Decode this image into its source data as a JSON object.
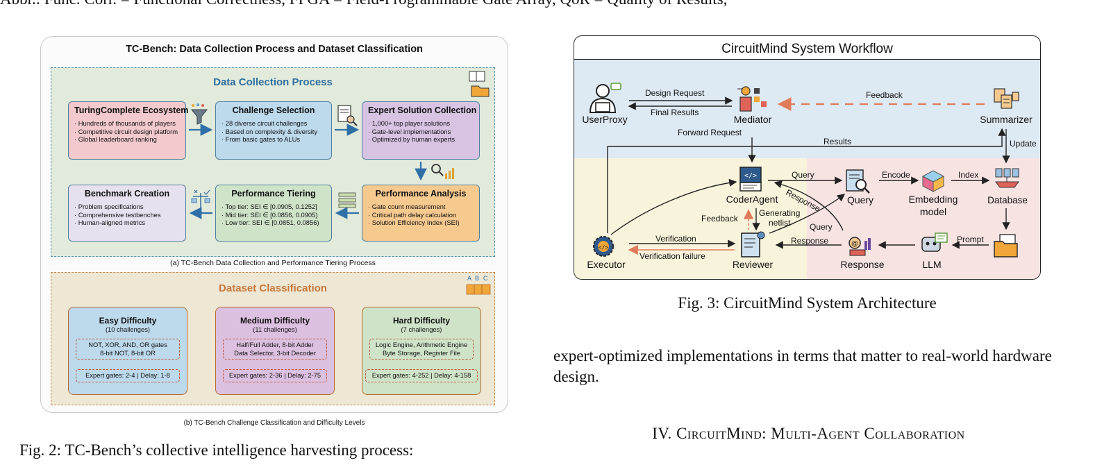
{
  "top_line": "Abbr.: Func. Corr. = Functional Correctness, FPGA = Field-Programmable Gate Array, QoR = Quality of Results,",
  "fig2": {
    "title": "TC-Bench: Data Collection Process and Dataset Classification",
    "data_collection": {
      "title": "Data Collection Process",
      "caption": "(a) TC-Bench Data Collection and Performance Tiering Process",
      "boxes": [
        {
          "title": "TuringComplete Ecosystem",
          "lines": [
            "· Hundreds of thousands of players",
            "· Competitive circuit design platform",
            "· Global leaderboard ranking"
          ],
          "color": "#f2c9cc"
        },
        {
          "title": "Challenge Selection",
          "lines": [
            "· 28 diverse circuit challenges",
            "· Based on complexity & diversity",
            "· From basic gates to ALUs"
          ],
          "color": "#bdd9ec"
        },
        {
          "title": "Expert Solution Collection",
          "lines": [
            "· 1,000+ top player solutions",
            "· Gate-level implementations",
            "· Optimized by human experts"
          ],
          "color": "#d9c3e3"
        },
        {
          "title": "Benchmark Creation",
          "lines": [
            "· Problem specifications",
            "· Comprehensive testbenches",
            "· Human-aligned metrics"
          ],
          "color": "#e6e0ef"
        },
        {
          "title": "Performance Tiering",
          "lines": [
            "· Top tier: SEI ∈ [0.0905, 0.1252]",
            "· Mid tier: SEI ∈ [0.0856, 0.0905)",
            "· Low tier: SEI ∈ [0.0851, 0.0856)"
          ],
          "color": "#cfe3c9"
        },
        {
          "title": "Performance Analysis",
          "lines": [
            "· Gate count measurement",
            "· Critical path delay calculation",
            "· Solution Efficiency Index (SEI)"
          ],
          "color": "#f6c98f"
        }
      ]
    },
    "classification": {
      "title": "Dataset Classification",
      "caption": "(b) TC-Bench Challenge Classification and Difficulty Levels",
      "levels": [
        {
          "title": "Easy Difficulty",
          "count": "(10 challenges)",
          "examples": [
            "NOT, XOR, AND, OR gates",
            "8-bit NOT, 8-bit OR"
          ],
          "stats": "Expert gates: 2-4 | Delay: 1-8",
          "color": "#bdd9ec"
        },
        {
          "title": "Medium Difficulty",
          "count": "(11 challenges)",
          "examples": [
            "Half/Full Adder, 8-bit Adder",
            "Data Selector, 3-bit Decoder"
          ],
          "stats": "Expert gates: 2-36 | Delay: 2-75",
          "color": "#dcc0e0"
        },
        {
          "title": "Hard Difficulty",
          "count": "(7 challenges)",
          "examples": [
            "Logic Engine, Arithmetic Engine",
            "Byte Storage, Register File"
          ],
          "stats": "Expert gates: 4-252 | Delay: 4-158",
          "color": "#cfe3c9"
        }
      ]
    },
    "icon_letters": [
      "A",
      "B",
      "C"
    ]
  },
  "fig2_caption": "Fig. 2: TC-Bench’s collective intelligence harvesting process:",
  "fig3": {
    "title": "CircuitMind System Workflow",
    "nodes": {
      "userproxy": "UserProxy",
      "mediator": "Mediator",
      "summarizer": "Summarizer",
      "coderagent": "CoderAgent",
      "query": "Query",
      "embedding": "Embedding\nmodel",
      "database": "Database",
      "executor": "Executor",
      "reviewer": "Reviewer",
      "response": "Response",
      "llm": "LLM"
    },
    "edges": {
      "design_request": "Design Request",
      "final_results": "Final Results",
      "feedback_top": "Feedback",
      "forward_request": "Forward Request",
      "results": "Results",
      "update": "Update",
      "query": "Query",
      "encode": "Encode",
      "index": "Index",
      "response_diag": "Response",
      "generating": "Generating\nnetlist",
      "feedback_mid": "Feedback",
      "query_diag": "Query",
      "response_bottom": "Response",
      "prompt": "Prompt",
      "verification": "Verification",
      "verification_failure": "Verification failure"
    },
    "colors": {
      "top_bg": "#dde9f3",
      "left_bg": "#f8f4dc",
      "right_bg": "#f8e3e3",
      "accent_arrow": "#e07b5a"
    }
  },
  "fig3_caption": "Fig. 3: CircuitMind System Architecture",
  "body_text": "expert-optimized implementations in terms that matter to real-world hardware design.",
  "section": {
    "numeral": "IV.",
    "name": "CircuitMind: Multi-Agent Collaboration"
  }
}
